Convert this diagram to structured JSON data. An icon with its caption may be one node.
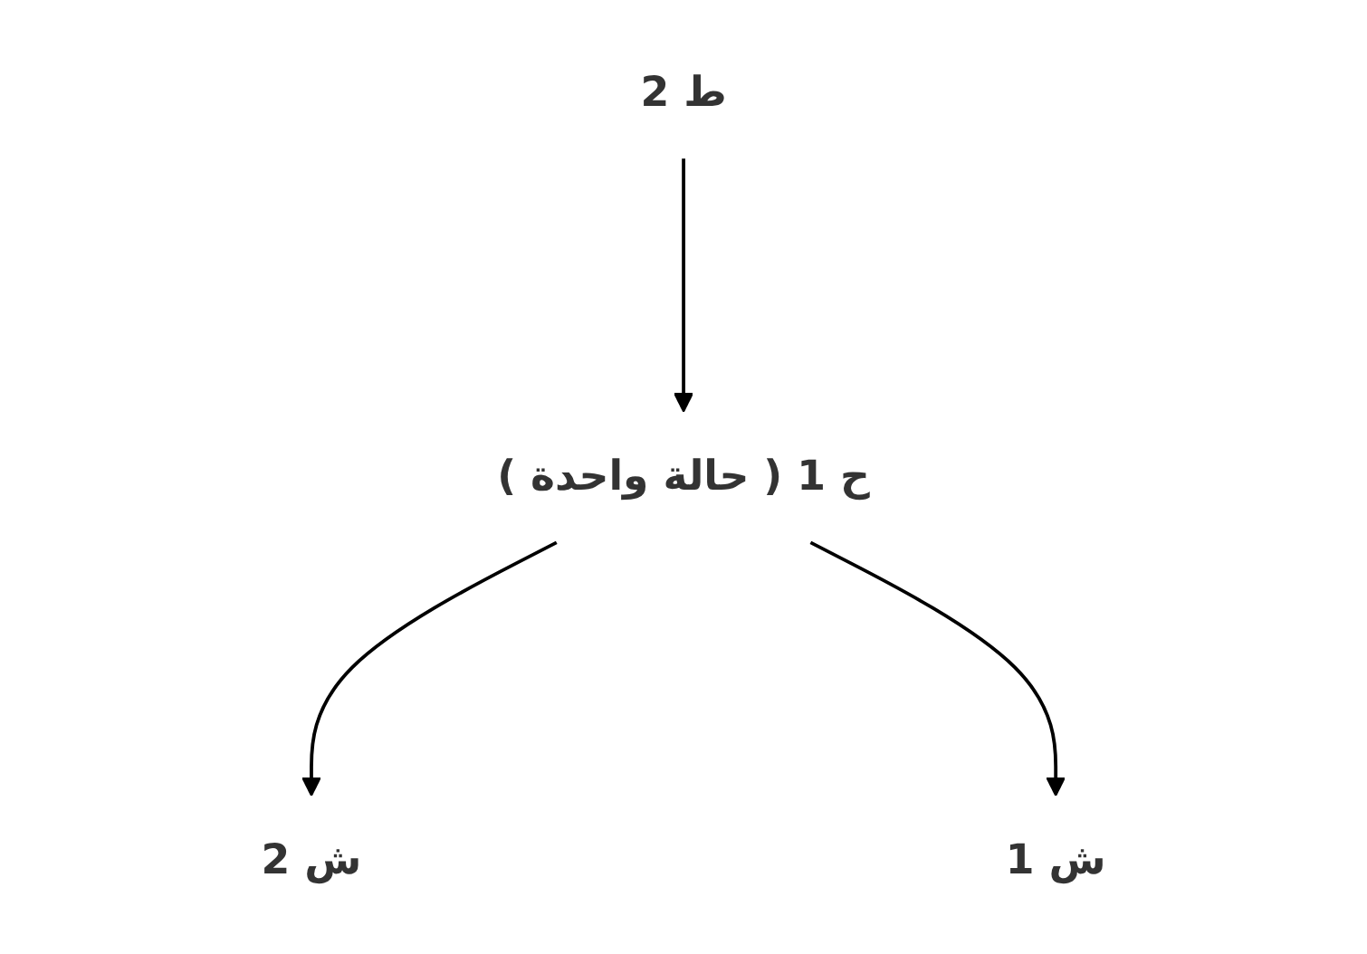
{
  "diagram": {
    "nodes": [
      {
        "text": [
          "ط 2"
        ]
      },
      {
        "text": [
          "ح 1 ( حالة واحدة )"
        ]
      },
      {
        "text": [
          "ش 2"
        ]
      },
      {
        "text": [
          "ش 1"
        ]
      }
    ],
    "edges": [
      {
        "from": 0,
        "to": 1,
        "arrow": "to"
      },
      {
        "from": 1,
        "to": 2,
        "arrow": "to"
      },
      {
        "from": 1,
        "to": 3,
        "arrow": "to"
      }
    ]
  }
}
